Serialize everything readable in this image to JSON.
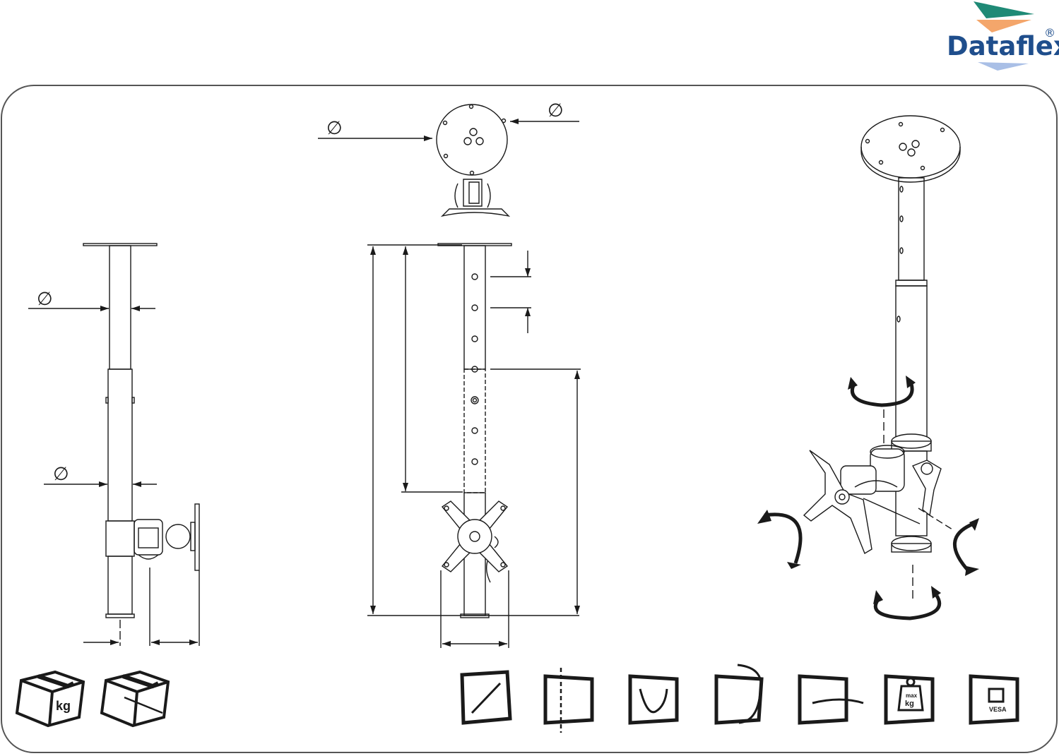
{
  "brand": {
    "name": "Dataflex",
    "registered_mark": "®",
    "colors": {
      "teal": "#1f8a76",
      "orange": "#f4a66b",
      "blue": "#a9bfe6",
      "text": "#1f4e8c"
    }
  },
  "drawing": {
    "line_color": "#1a1a1a",
    "diameter_symbol": "∅",
    "panel_border_color": "#555555"
  },
  "icons": {
    "packaging_weight": {
      "icon": "box-weight-icon",
      "label": "kg"
    },
    "packaging_size": {
      "icon": "box-dimensions-icon"
    },
    "screen_size": {
      "icon": "screen-diagonal-icon"
    },
    "height_adjust": {
      "icon": "height-adjust-icon"
    },
    "tilt": {
      "icon": "tilt-icon"
    },
    "rotate": {
      "icon": "rotate-icon"
    },
    "swivel": {
      "icon": "swivel-icon"
    },
    "max_load": {
      "icon": "max-load-icon",
      "label_top": "max",
      "label_bottom": "kg"
    },
    "vesa": {
      "icon": "vesa-icon",
      "label": "VESA"
    }
  }
}
